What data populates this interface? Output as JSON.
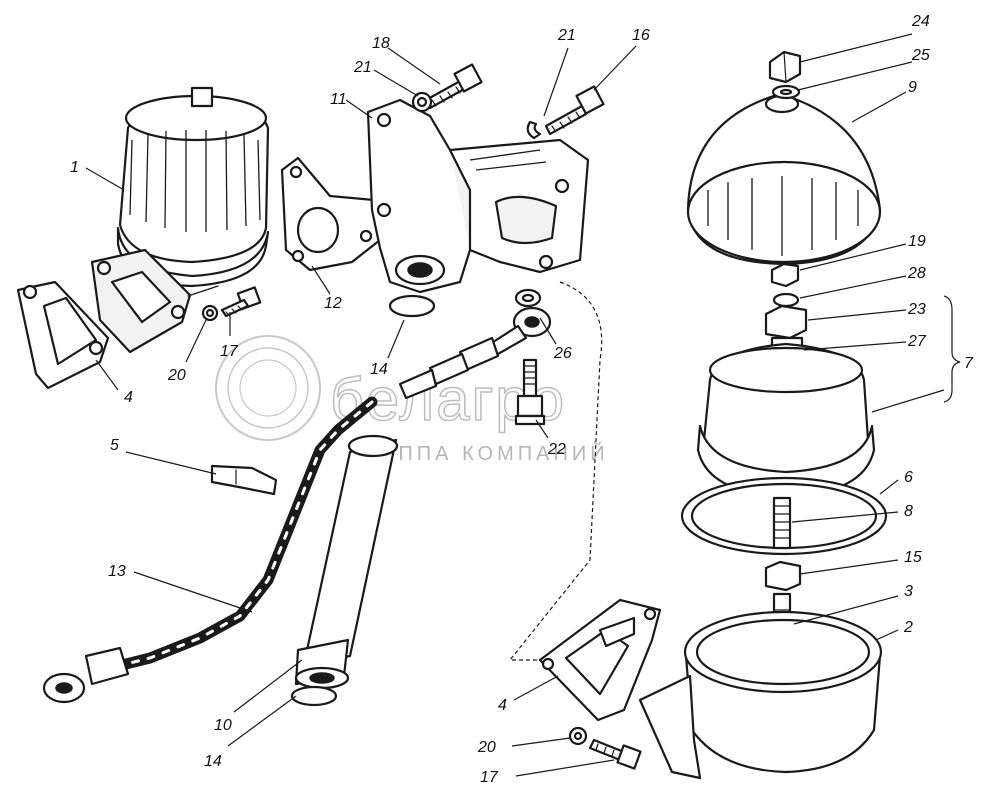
{
  "watermark": {
    "brand": "белагро",
    "subtitle": "ГРУППА КОМПАНИЙ"
  },
  "callouts": [
    {
      "id": "c1",
      "text": "1"
    },
    {
      "id": "c4a",
      "text": "4"
    },
    {
      "id": "c20a",
      "text": "20"
    },
    {
      "id": "c17a",
      "text": "17"
    },
    {
      "id": "c12",
      "text": "12"
    },
    {
      "id": "c11",
      "text": "11"
    },
    {
      "id": "c18",
      "text": "18"
    },
    {
      "id": "c21a",
      "text": "21"
    },
    {
      "id": "c21b",
      "text": "21"
    },
    {
      "id": "c16",
      "text": "16"
    },
    {
      "id": "c14a",
      "text": "14"
    },
    {
      "id": "c26",
      "text": "26"
    },
    {
      "id": "c22",
      "text": "22"
    },
    {
      "id": "c5",
      "text": "5"
    },
    {
      "id": "c13",
      "text": "13"
    },
    {
      "id": "c10",
      "text": "10"
    },
    {
      "id": "c14b",
      "text": "14"
    },
    {
      "id": "c4b",
      "text": "4"
    },
    {
      "id": "c20b",
      "text": "20"
    },
    {
      "id": "c17b",
      "text": "17"
    },
    {
      "id": "c24",
      "text": "24"
    },
    {
      "id": "c25",
      "text": "25"
    },
    {
      "id": "c9",
      "text": "9"
    },
    {
      "id": "c19",
      "text": "19"
    },
    {
      "id": "c28",
      "text": "28"
    },
    {
      "id": "c23",
      "text": "23"
    },
    {
      "id": "c27",
      "text": "27"
    },
    {
      "id": "c7",
      "text": "7"
    },
    {
      "id": "c6",
      "text": "6"
    },
    {
      "id": "c8",
      "text": "8"
    },
    {
      "id": "c15",
      "text": "15"
    },
    {
      "id": "c3",
      "text": "3"
    },
    {
      "id": "c2",
      "text": "2"
    }
  ]
}
